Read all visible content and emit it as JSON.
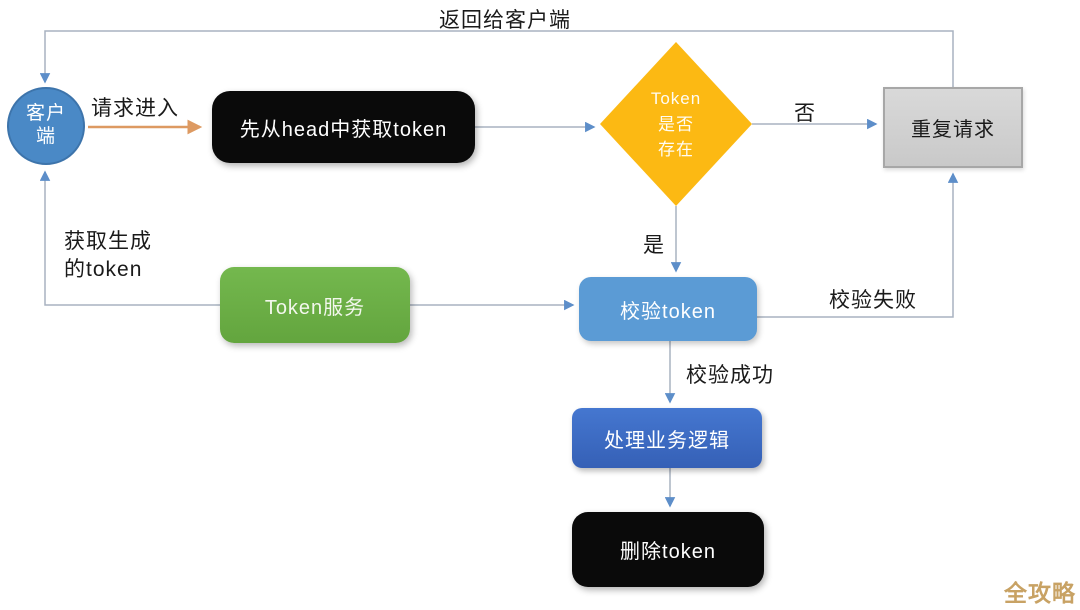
{
  "nodes": {
    "client": {
      "lines": [
        "客户",
        "端"
      ],
      "fill": "#4a89c6"
    },
    "get_token_from_head": {
      "label": "先从head中获取token",
      "fill": "#0a0a0a"
    },
    "token_exists": {
      "lines": [
        "Token",
        "是否",
        "存在"
      ],
      "fill": "#fcb913"
    },
    "repeat_request": {
      "label": "重复请求",
      "fill": "#d2d2d2"
    },
    "token_service": {
      "label": "Token服务",
      "fill": "#6aae45"
    },
    "validate_token": {
      "label": "校验token",
      "fill": "#5b9bd5"
    },
    "handle_business_logic": {
      "label": "处理业务逻辑",
      "fill": "#3a6bc5"
    },
    "delete_token": {
      "label": "删除token",
      "fill": "#0a0a0a"
    }
  },
  "edge_labels": {
    "return_to_client": "返回给客户端",
    "request_enter": "请求进入",
    "no": "否",
    "yes": "是",
    "fetch_generated_token": [
      "获取生成",
      "的token"
    ],
    "validate_fail": "校验失败",
    "validate_success": "校验成功"
  },
  "watermark": "全攻略",
  "colors": {
    "edge_line": "#a8b2c0",
    "arrowhead": "#5d8ec9",
    "request_arrow": "#dd9a62",
    "watermark": "#c8a264"
  }
}
